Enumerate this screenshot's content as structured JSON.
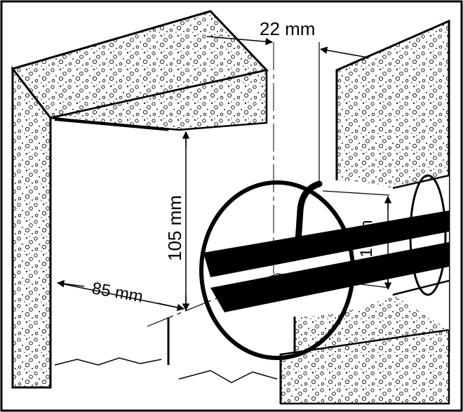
{
  "diagram": {
    "labels": {
      "top_width": "22 mm",
      "height": "105 mm",
      "depth": "85 mm",
      "diameter": "61mm"
    }
  },
  "colors": {
    "ink": "#000000",
    "paper": "#ffffff",
    "stipple": "#1a1a1a"
  }
}
